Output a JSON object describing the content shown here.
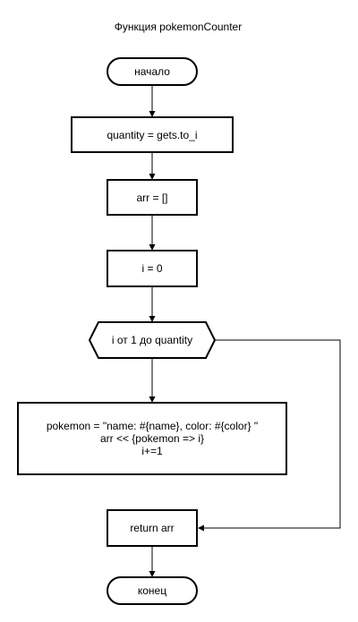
{
  "title": "Функция pokemonCounter",
  "nodes": {
    "start": "начало",
    "quantity": "quantity = gets.to_i",
    "arr_init": "arr = []",
    "i_init": "i = 0",
    "loop": "i от 1 до quantity",
    "body": [
      "pokemon = \"name: #{name}, color: #{color} \"",
      "arr << {pokemon => i}",
      "i+=1"
    ],
    "return": "return arr",
    "end": "конец"
  },
  "colors": {
    "stroke": "#000000",
    "fill": "#ffffff",
    "text": "#000000"
  }
}
